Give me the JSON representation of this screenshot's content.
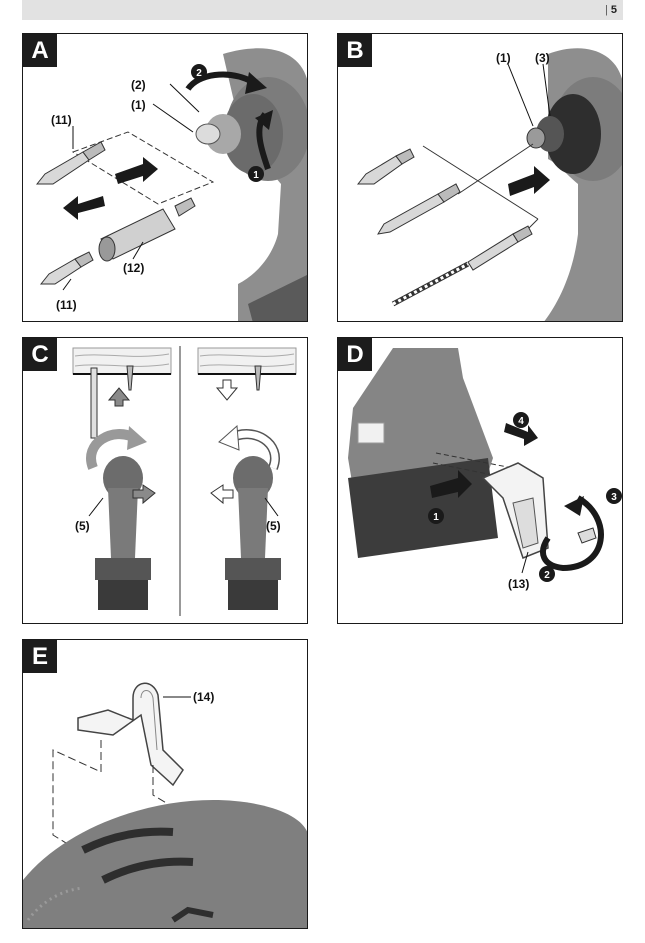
{
  "header": {
    "page_number": "5"
  },
  "panels": {
    "A": {
      "letter": "A",
      "labels": {
        "l2": "(2)",
        "l1": "(1)",
        "l11a": "(11)",
        "l12": "(12)",
        "l11b": "(11)"
      },
      "steps": {
        "s1": "1",
        "s2": "2"
      }
    },
    "B": {
      "letter": "B",
      "labels": {
        "l1": "(1)",
        "l3": "(3)"
      }
    },
    "C": {
      "letter": "C",
      "labels": {
        "l5a": "(5)",
        "l5b": "(5)"
      }
    },
    "D": {
      "letter": "D",
      "labels": {
        "l13": "(13)"
      },
      "steps": {
        "s1": "1",
        "s2": "2",
        "s3": "3",
        "s4": "4"
      }
    },
    "E": {
      "letter": "E",
      "labels": {
        "l14": "(14)"
      }
    }
  }
}
